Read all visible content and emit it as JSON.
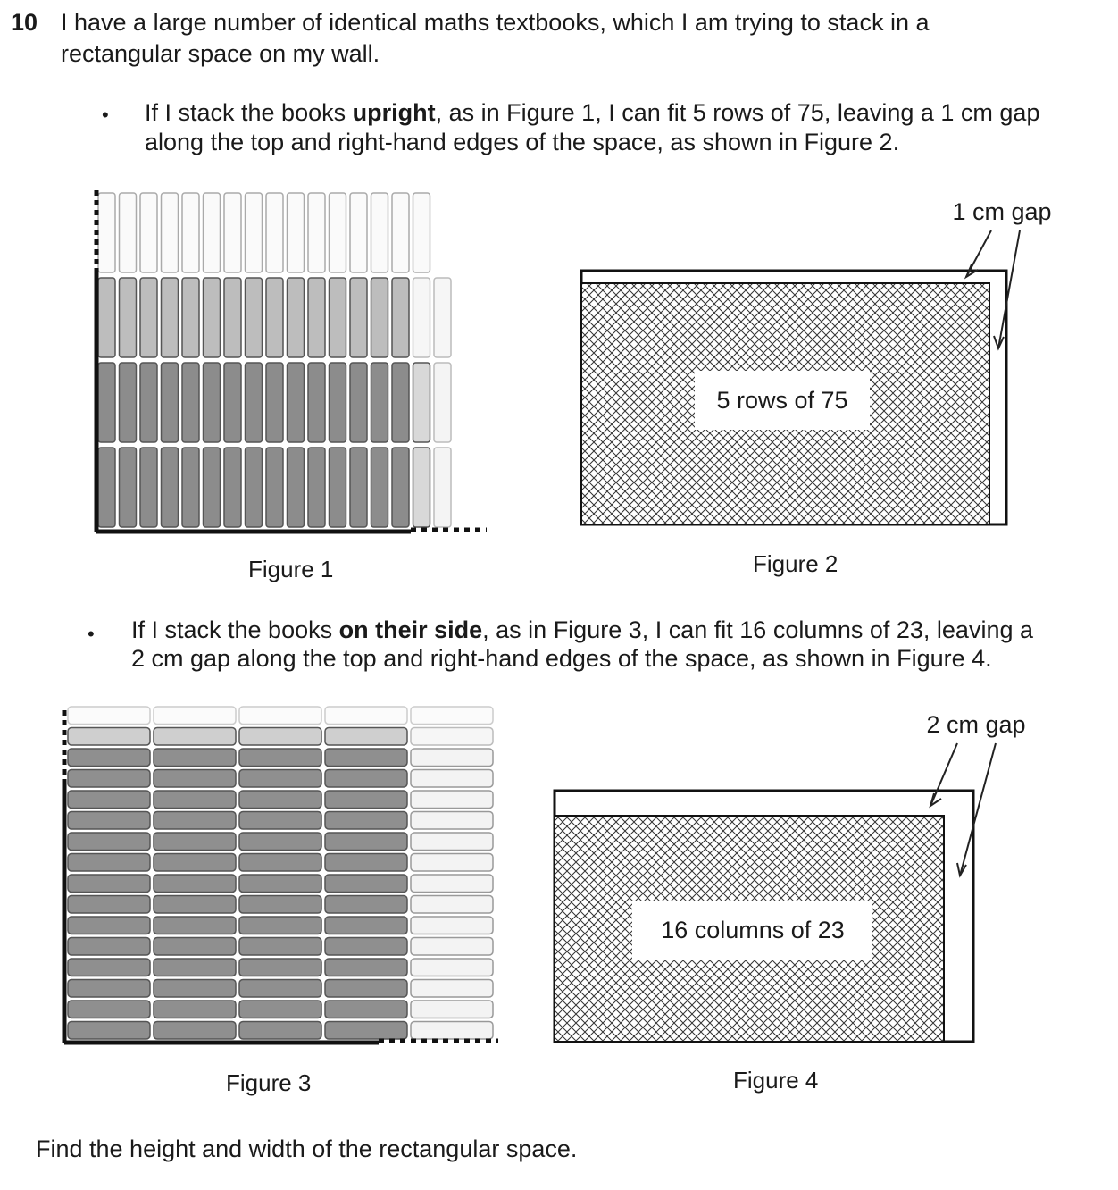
{
  "question": {
    "number": "10",
    "intro_line1": "I have a large number of identical maths textbooks, which I am trying to stack in a",
    "intro_line2": "rectangular space on my wall."
  },
  "bullet1": {
    "symbol": "•",
    "pre": "If I stack the books ",
    "bold": "upright",
    "post": ", as in Figure 1, I can fit 5 rows of 75, leaving a 1 cm gap",
    "line2": "along the top and right-hand edges of the space, as shown in Figure 2."
  },
  "figure1": {
    "caption": "Figure 1"
  },
  "figure2": {
    "caption": "Figure 2",
    "gap_label": "1 cm gap",
    "box_label": "5 rows of 75"
  },
  "bullet2": {
    "symbol": "•",
    "pre": "If I stack the books ",
    "bold": "on their side",
    "post": ", as in Figure 3, I can fit 16 columns of 23, leaving a",
    "line2": "2 cm gap along the top and right-hand edges of the space, as shown in Figure 4."
  },
  "figure3": {
    "caption": "Figure 3"
  },
  "figure4": {
    "caption": "Figure 4",
    "gap_label": "2 cm gap",
    "box_label": "16 columns of 23"
  },
  "prompt": "Find the height and width of the rectangular space."
}
